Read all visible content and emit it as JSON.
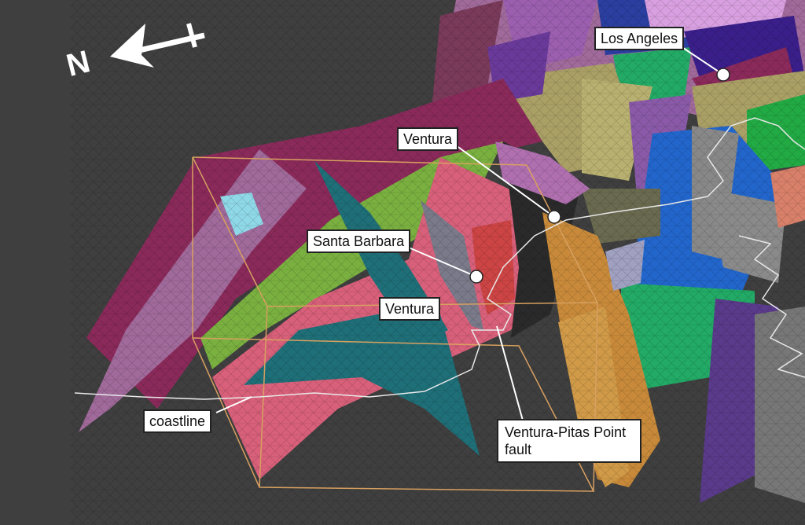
{
  "compass": {
    "letter": "N",
    "icon": "north-arrow-icon"
  },
  "colors": {
    "background": "#3f3f3f",
    "magenta_fault": "#8a2a5a",
    "lilac_fault": "#a06a9a",
    "pink_fault": "#d8607a",
    "green_fault": "#7ab040",
    "teal_fault": "#1f6f78",
    "cyan_fault": "#7fd0e0",
    "orange_fault": "#c88a3a",
    "olive_fault": "#aaa066",
    "blue_fault": "#2266cc",
    "emerald_fault": "#22aa66",
    "purple_fault": "#6a3a9a",
    "grey_fault": "#888888",
    "red_fault": "#cc2222",
    "coastline": "#e8e8e8",
    "bounding_box": "#d8a060",
    "mesh_lines": "#222222"
  },
  "labels": {
    "los_angeles": "Los Angeles",
    "ventura_upper": "Ventura",
    "santa_barbara": "Santa Barbara",
    "ventura_lower": "Ventura",
    "coastline": "coastline",
    "ventura_pitas": "Ventura-Pitas Point\nfault"
  }
}
